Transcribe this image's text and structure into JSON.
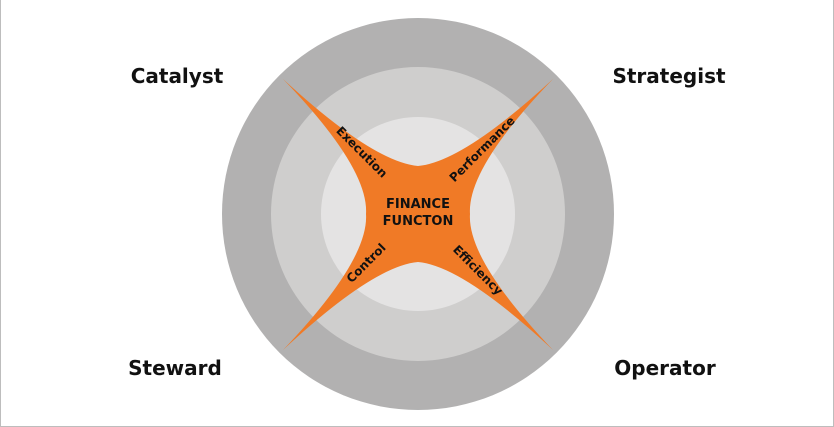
{
  "diagram": {
    "center": {
      "line1": "FINANCE",
      "line2": "FUNCTON"
    },
    "roles": {
      "top_left": "Catalyst",
      "top_right": "Strategist",
      "bottom_left": "Steward",
      "bottom_right": "Operator"
    },
    "arms": {
      "top_left": "Execution",
      "top_right": "Performance",
      "bottom_left": "Control",
      "bottom_right": "Efficiency"
    },
    "colors": {
      "outer_ring": "#b2b1b1",
      "middle_ring": "#cfcecd",
      "inner_ring": "#e4e3e3",
      "core": "#efeeee",
      "star": "#f07a26",
      "label": "#111111"
    }
  }
}
